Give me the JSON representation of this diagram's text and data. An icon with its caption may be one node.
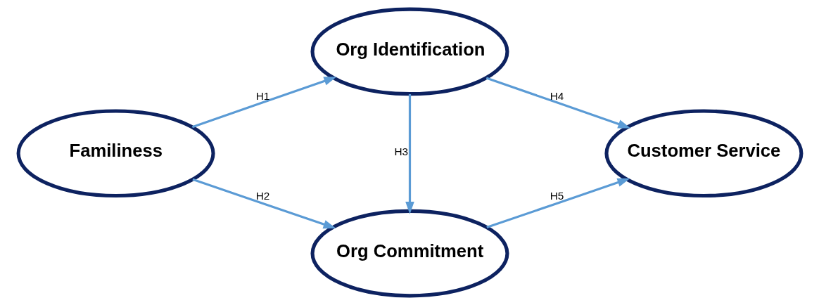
{
  "diagram": {
    "nodes": [
      {
        "text": [
          "Familiness"
        ]
      },
      {
        "text": [
          "Org Identification"
        ]
      },
      {
        "text": [
          "Org Commitment"
        ]
      },
      {
        "text": [
          "Customer Service"
        ]
      }
    ],
    "edges": [
      {
        "from": 0,
        "to": 1,
        "arrow": "to",
        "label": "H1"
      },
      {
        "from": 0,
        "to": 2,
        "arrow": "to",
        "label": "H2"
      },
      {
        "from": 1,
        "to": 2,
        "arrow": "to",
        "label": "H3"
      },
      {
        "from": 1,
        "to": 3,
        "arrow": "to",
        "label": "H4"
      },
      {
        "from": 2,
        "to": 3,
        "arrow": "to",
        "label": "H5"
      }
    ]
  }
}
